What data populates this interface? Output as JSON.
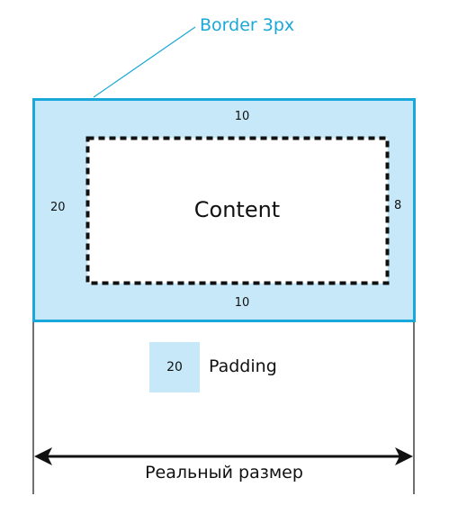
{
  "diagram": {
    "border_label": "Border 3px",
    "content_label": "Content",
    "padding": {
      "top": "10",
      "right": "8",
      "bottom": "10",
      "left": "20"
    },
    "legend": {
      "value": "20",
      "label": "Padding"
    },
    "total_size_label": "Реальный размер",
    "colors": {
      "border": "#1aa7d9",
      "padding_fill": "#c6e8f8",
      "content_outline": "#111111",
      "arrow": "#111111"
    }
  }
}
